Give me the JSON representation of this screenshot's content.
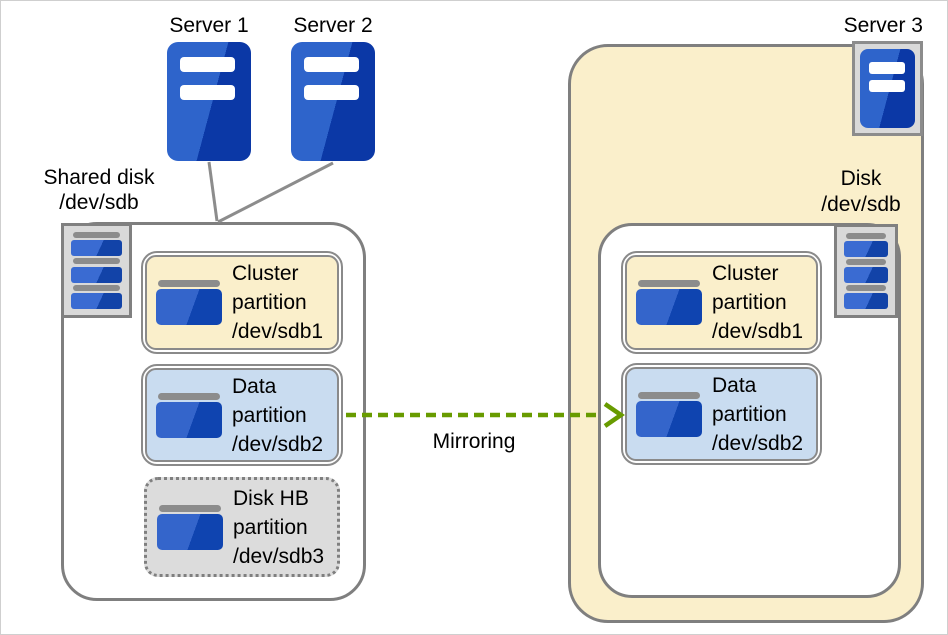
{
  "diagram": {
    "servers": [
      {
        "label": "Server 1"
      },
      {
        "label": "Server 2"
      },
      {
        "label": "Server 3"
      }
    ],
    "shared_disk": {
      "label_line1": "Shared disk",
      "label_line2": "/dev/sdb"
    },
    "mirror_disk": {
      "label_line1": "Disk",
      "label_line2": "/dev/sdb"
    },
    "left_partitions": [
      {
        "line1": "Cluster",
        "line2": "partition",
        "line3": "/dev/sdb1"
      },
      {
        "line1": "Data",
        "line2": "partition",
        "line3": "/dev/sdb2"
      },
      {
        "line1": "Disk HB",
        "line2": "partition",
        "line3": "/dev/sdb3"
      }
    ],
    "right_partitions": [
      {
        "line1": "Cluster",
        "line2": "partition",
        "line3": "/dev/sdb1"
      },
      {
        "line1": "Data",
        "line2": "partition",
        "line3": "/dev/sdb2"
      }
    ],
    "mirroring_label": "Mirroring"
  },
  "colors": {
    "connector_gray": "#8C8C8C",
    "arrow_green": "#689B00",
    "tan_fill": "#FAEFCB",
    "blue_fill": "#C9DCF0",
    "gray_fill": "#DCDCDC",
    "container_border": "#7F7F7F",
    "server_blue_light": "#2E64CB",
    "server_blue_dark": "#0B38A6"
  }
}
